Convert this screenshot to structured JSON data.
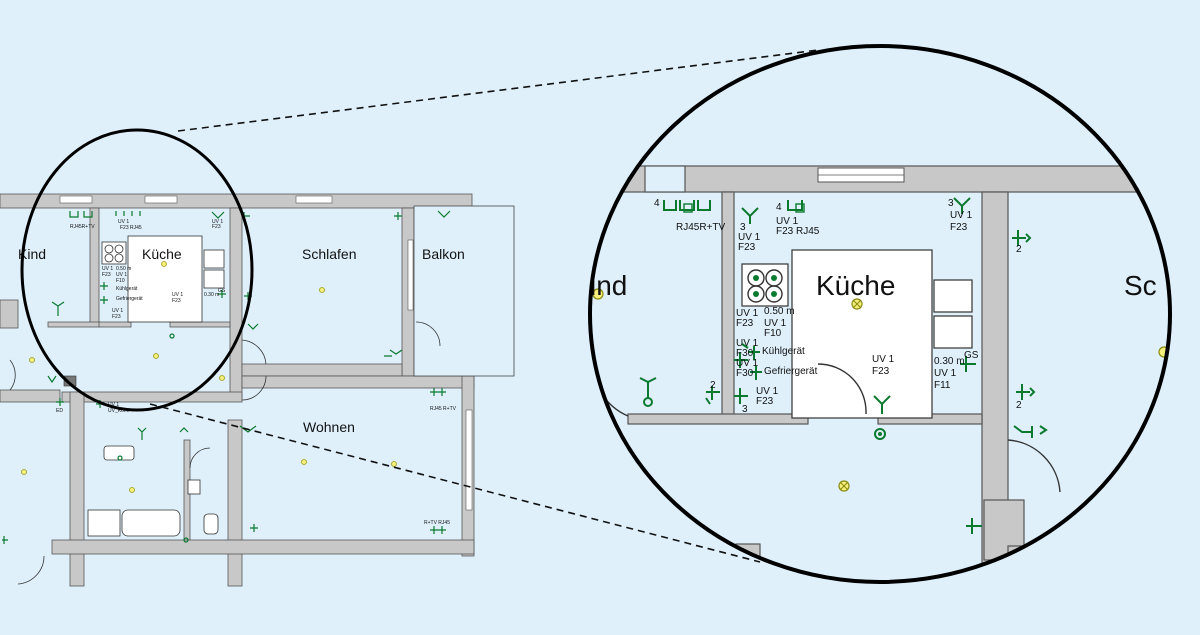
{
  "overview": {
    "rooms": {
      "kind": "Kind",
      "kueche": "Küche",
      "schlafen": "Schlafen",
      "balkon": "Balkon",
      "wohnen": "Wohnen"
    },
    "labels": {
      "rj45_tv": "RJ45R+TV",
      "uv1_a": "UV 1",
      "f23_a": "F23",
      "rj45_b": "F23 RJ45",
      "uv1_f23": "UV 1",
      "f23_c": "F23",
      "uv1_f10": "UV 1",
      "f10": "F10",
      "m050": "0.50 m",
      "kuehl": "Kühlgerät",
      "gefrier": "Gefriergerät",
      "uv1_d": "UV 1",
      "f23_d": "F23",
      "uv1_e": "UV 1",
      "f23_e": "F23",
      "m030": "0.30 m",
      "gs": "GS",
      "uv1_kom": "UV 1",
      "uv_kom": "UV_Kom.",
      "rj45_r_tv": "RJ45 R+TV",
      "r_tv_rj45": "R+TV RJ45",
      "ed": "ED"
    }
  },
  "zoom": {
    "rooms": {
      "kind": "ind",
      "kueche": "Küche",
      "schlafen": "Sc"
    },
    "labels": {
      "n4_a": "4",
      "rj45_tv": "RJ45R+TV",
      "n3_a": "3",
      "uv1_a": "UV 1",
      "f23_a": "F23",
      "n4_b": "4",
      "uv1_b": "UV 1",
      "f23_rj45": "F23 RJ45",
      "n3_b": "3",
      "uv1_c": "UV 1",
      "f23_c": "F23",
      "n2_a": "2",
      "uv1_d": "UV 1",
      "f23_d": "F23",
      "m050": "0.50 m",
      "uv1_e": "UV 1",
      "f10": "F10",
      "uv1_f": "UV 1",
      "f30_a": "F30",
      "kuehl": "Kühlgerät",
      "uv1_g": "UV 1",
      "f30_b": "F30",
      "gefrier": "Gefriergerät",
      "n2_b": "2",
      "uv1_h": "UV 1",
      "f23_h": "F23",
      "n3_c": "3",
      "uv1_i": "UV 1",
      "f23_i": "F23",
      "m030": "0.30 m",
      "gs": "GS",
      "uv1_j": "UV 1",
      "f11": "F11",
      "n2_c": "2"
    }
  },
  "colors": {
    "background": "#dff0fb",
    "wall": "#c9c8c8",
    "symbol_green": "#0b7a2f",
    "lamp_yellow": "#f4ef7a",
    "magnifier_ring": "#000000"
  },
  "icons": {
    "lamp": "ceiling-lamp-icon",
    "socket": "wall-socket-icon",
    "switch": "light-switch-icon",
    "hob": "cooktop-icon"
  }
}
